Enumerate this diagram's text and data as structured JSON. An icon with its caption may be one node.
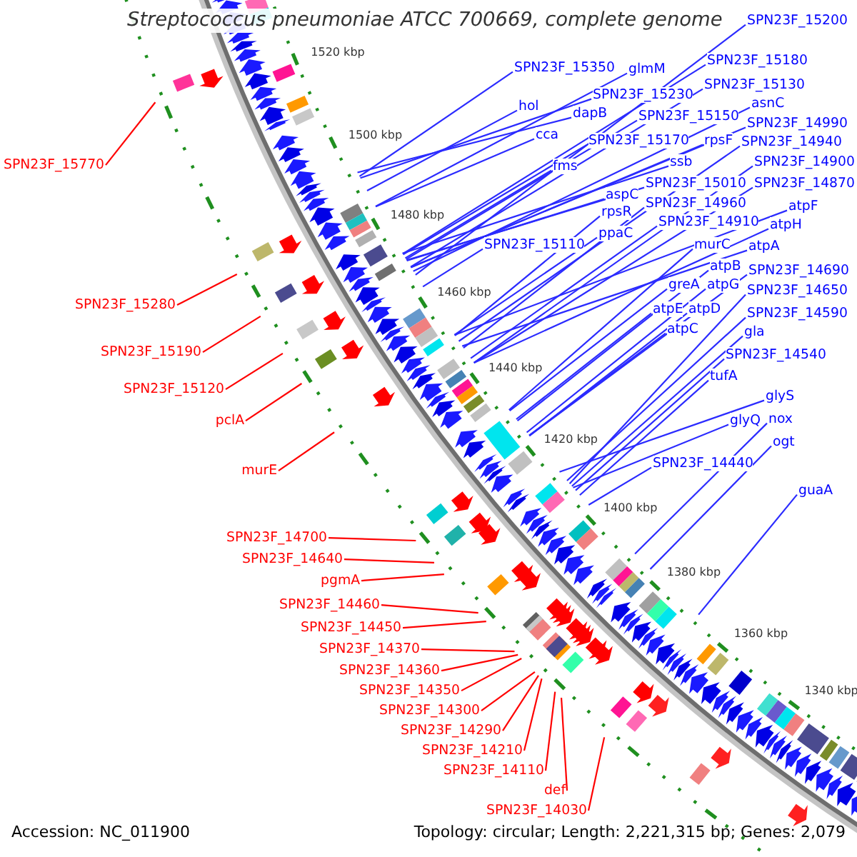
{
  "diagram": {
    "title": "Streptococcus pneumoniae ATCC 700669, complete genome",
    "nodes": [
      {
        "text": [
          "SPN23F_15770"
        ]
      },
      {
        "text": [
          "SPN23F_15280"
        ]
      },
      {
        "text": [
          "SPN23F_15190"
        ]
      },
      {
        "text": [
          "SPN23F_15120"
        ]
      },
      {
        "text": [
          "pclA"
        ]
      },
      {
        "text": [
          "murE"
        ]
      },
      {
        "text": [
          "SPN23F_14700"
        ]
      },
      {
        "text": [
          "SPN23F_14640"
        ]
      },
      {
        "text": [
          "pgmA"
        ]
      },
      {
        "text": [
          "SPN23F_14460"
        ]
      },
      {
        "text": [
          "SPN23F_14450"
        ]
      },
      {
        "text": [
          "SPN23F_14370"
        ]
      },
      {
        "text": [
          "SPN23F_14360"
        ]
      },
      {
        "text": [
          "SPN23F_14350"
        ]
      },
      {
        "text": [
          "SPN23F_14300"
        ]
      },
      {
        "text": [
          "SPN23F_14210"
        ]
      },
      {
        "text": [
          "SPN23F_14110"
        ]
      },
      {
        "text": [
          "SPN23F_14290"
        ]
      },
      {
        "text": [
          "SPN23F_14030"
        ]
      },
      {
        "text": [
          "def"
        ]
      },
      {
        "text": [
          "SPN23F_15200"
        ]
      },
      {
        "text": [
          "SPN23F_15180"
        ]
      },
      {
        "text": [
          "SPN23F_15350"
        ]
      },
      {
        "text": [
          "glmM"
        ]
      },
      {
        "text": [
          "SPN23F_15130"
        ]
      },
      {
        "text": [
          "SPN23F_15230"
        ]
      },
      {
        "text": [
          "asnC"
        ]
      },
      {
        "text": [
          "hol"
        ]
      },
      {
        "text": [
          "dapB"
        ]
      },
      {
        "text": [
          "SPN23F_15150"
        ]
      },
      {
        "text": [
          "SPN23F_14990"
        ]
      },
      {
        "text": [
          "cca"
        ]
      },
      {
        "text": [
          "SPN23F_15170"
        ]
      },
      {
        "text": [
          "rpsF"
        ]
      },
      {
        "text": [
          "SPN23F_14940"
        ]
      },
      {
        "text": [
          "ssb"
        ]
      },
      {
        "text": [
          "SPN23F_14900"
        ]
      },
      {
        "text": [
          "fms"
        ]
      },
      {
        "text": [
          "SPN23F_15010"
        ]
      },
      {
        "text": [
          "SPN23F_14870"
        ]
      },
      {
        "text": [
          "aspC"
        ]
      },
      {
        "text": [
          "SPN23F_14960"
        ]
      },
      {
        "text": [
          "atpF"
        ]
      },
      {
        "text": [
          "rpsR"
        ]
      },
      {
        "text": [
          "SPN23F_14910"
        ]
      },
      {
        "text": [
          "atpH"
        ]
      },
      {
        "text": [
          "ppaC"
        ]
      },
      {
        "text": [
          "SPN23F_15110"
        ]
      },
      {
        "text": [
          "murC"
        ]
      },
      {
        "text": [
          "atpA"
        ]
      },
      {
        "text": [
          "atpB"
        ]
      },
      {
        "text": [
          "SPN23F_14690"
        ]
      },
      {
        "text": [
          "greA"
        ]
      },
      {
        "text": [
          "atpG"
        ]
      },
      {
        "text": [
          "SPN23F_14650"
        ]
      },
      {
        "text": [
          "atpE"
        ]
      },
      {
        "text": [
          "atpD"
        ]
      },
      {
        "text": [
          "SPN23F_14590"
        ]
      },
      {
        "text": [
          "atpC"
        ]
      },
      {
        "text": [
          "gla"
        ]
      },
      {
        "text": [
          "SPN23F_14540"
        ]
      },
      {
        "text": [
          "tufA"
        ]
      },
      {
        "text": [
          "glyS"
        ]
      },
      {
        "text": [
          "glyQ"
        ]
      },
      {
        "text": [
          "nox"
        ]
      },
      {
        "text": [
          "ogt"
        ]
      },
      {
        "text": [
          "SPN23F_14440"
        ]
      },
      {
        "text": [
          "guaA"
        ]
      }
    ],
    "edges": [
      {
        "from": 0,
        "to": null,
        "arrow": "none",
        "color": "#ff0000"
      },
      {
        "from": 1,
        "to": null,
        "arrow": "none",
        "color": "#ff0000"
      },
      {
        "from": 2,
        "to": null,
        "arrow": "none",
        "color": "#ff0000"
      },
      {
        "from": 3,
        "to": null,
        "arrow": "none",
        "color": "#ff0000"
      },
      {
        "from": 4,
        "to": null,
        "arrow": "none",
        "color": "#ff0000"
      },
      {
        "from": 5,
        "to": null,
        "arrow": "none",
        "color": "#ff0000"
      },
      {
        "from": 6,
        "to": null,
        "arrow": "none",
        "color": "#ff0000"
      },
      {
        "from": 7,
        "to": null,
        "arrow": "none",
        "color": "#ff0000"
      },
      {
        "from": 8,
        "to": null,
        "arrow": "none",
        "color": "#ff0000"
      },
      {
        "from": 9,
        "to": null,
        "arrow": "none",
        "color": "#ff0000"
      },
      {
        "from": 10,
        "to": null,
        "arrow": "none",
        "color": "#ff0000"
      },
      {
        "from": 11,
        "to": null,
        "arrow": "none",
        "color": "#ff0000"
      },
      {
        "from": 12,
        "to": null,
        "arrow": "none",
        "color": "#ff0000"
      },
      {
        "from": 13,
        "to": null,
        "arrow": "none",
        "color": "#ff0000"
      },
      {
        "from": 14,
        "to": null,
        "arrow": "none",
        "color": "#ff0000"
      },
      {
        "from": 15,
        "to": null,
        "arrow": "none",
        "color": "#ff0000"
      },
      {
        "from": 16,
        "to": null,
        "arrow": "none",
        "color": "#ff0000"
      },
      {
        "from": 17,
        "to": null,
        "arrow": "none",
        "color": "#ff0000"
      },
      {
        "from": 18,
        "to": null,
        "arrow": "none",
        "color": "#ff0000"
      },
      {
        "from": 19,
        "to": null,
        "arrow": "none",
        "color": "#ff0000"
      },
      {
        "from": 20,
        "to": null,
        "arrow": "none"
      },
      {
        "from": 21,
        "to": null,
        "arrow": "none"
      },
      {
        "from": 22,
        "to": null,
        "arrow": "none"
      },
      {
        "from": 23,
        "to": null,
        "arrow": "none"
      },
      {
        "from": 24,
        "to": null,
        "arrow": "none"
      },
      {
        "from": 25,
        "to": null,
        "arrow": "none"
      },
      {
        "from": 26,
        "to": null,
        "arrow": "none"
      },
      {
        "from": 27,
        "to": null,
        "arrow": "none"
      },
      {
        "from": 28,
        "to": null,
        "arrow": "none"
      },
      {
        "from": 29,
        "to": null,
        "arrow": "none"
      },
      {
        "from": 30,
        "to": null,
        "arrow": "none"
      },
      {
        "from": 31,
        "to": null,
        "arrow": "none"
      },
      {
        "from": 32,
        "to": null,
        "arrow": "none"
      },
      {
        "from": 33,
        "to": null,
        "arrow": "none"
      },
      {
        "from": 34,
        "to": null,
        "arrow": "none"
      },
      {
        "from": 35,
        "to": null,
        "arrow": "none"
      },
      {
        "from": 36,
        "to": null,
        "arrow": "none"
      },
      {
        "from": 37,
        "to": null,
        "arrow": "none"
      },
      {
        "from": 38,
        "to": null,
        "arrow": "none"
      },
      {
        "from": 39,
        "to": null,
        "arrow": "none"
      },
      {
        "from": 40,
        "to": null,
        "arrow": "none"
      },
      {
        "from": 41,
        "to": null,
        "arrow": "none"
      },
      {
        "from": 42,
        "to": null,
        "arrow": "none"
      },
      {
        "from": 43,
        "to": null,
        "arrow": "none"
      },
      {
        "from": 44,
        "to": null,
        "arrow": "none"
      },
      {
        "from": 45,
        "to": null,
        "arrow": "none"
      },
      {
        "from": 46,
        "to": null,
        "arrow": "none"
      },
      {
        "from": 47,
        "to": null,
        "arrow": "none"
      },
      {
        "from": 48,
        "to": null,
        "arrow": "none"
      },
      {
        "from": 49,
        "to": null,
        "arrow": "none"
      },
      {
        "from": 50,
        "to": null,
        "arrow": "none"
      },
      {
        "from": 51,
        "to": null,
        "arrow": "none"
      },
      {
        "from": 52,
        "to": null,
        "arrow": "none"
      },
      {
        "from": 53,
        "to": null,
        "arrow": "none"
      },
      {
        "from": 54,
        "to": null,
        "arrow": "none"
      },
      {
        "from": 55,
        "to": null,
        "arrow": "none"
      },
      {
        "from": 56,
        "to": null,
        "arrow": "none"
      },
      {
        "from": 57,
        "to": null,
        "arrow": "none"
      },
      {
        "from": 58,
        "to": null,
        "arrow": "none"
      },
      {
        "from": 59,
        "to": null,
        "arrow": "none"
      },
      {
        "from": 60,
        "to": null,
        "arrow": "none"
      },
      {
        "from": 61,
        "to": null,
        "arrow": "none"
      },
      {
        "from": 62,
        "to": null,
        "arrow": "none"
      },
      {
        "from": 63,
        "to": null,
        "arrow": "none"
      },
      {
        "from": 64,
        "to": null,
        "arrow": "none"
      },
      {
        "from": 65,
        "to": null,
        "arrow": "none"
      },
      {
        "from": 66,
        "to": null,
        "arrow": "none"
      },
      {
        "from": 67,
        "to": null,
        "arrow": "none"
      }
    ],
    "labels": [
      "1520 kbp",
      "1500 kbp",
      "1480 kbp",
      "1460 kbp",
      "1440 kbp",
      "1420 kbp",
      "1400 kbp",
      "1380 kbp",
      "1360 kbp",
      "1340 kbp",
      "Accession: NC_011900",
      "Topology: circular; Length: 2,221,315 bp; Genes: 2,079"
    ]
  }
}
